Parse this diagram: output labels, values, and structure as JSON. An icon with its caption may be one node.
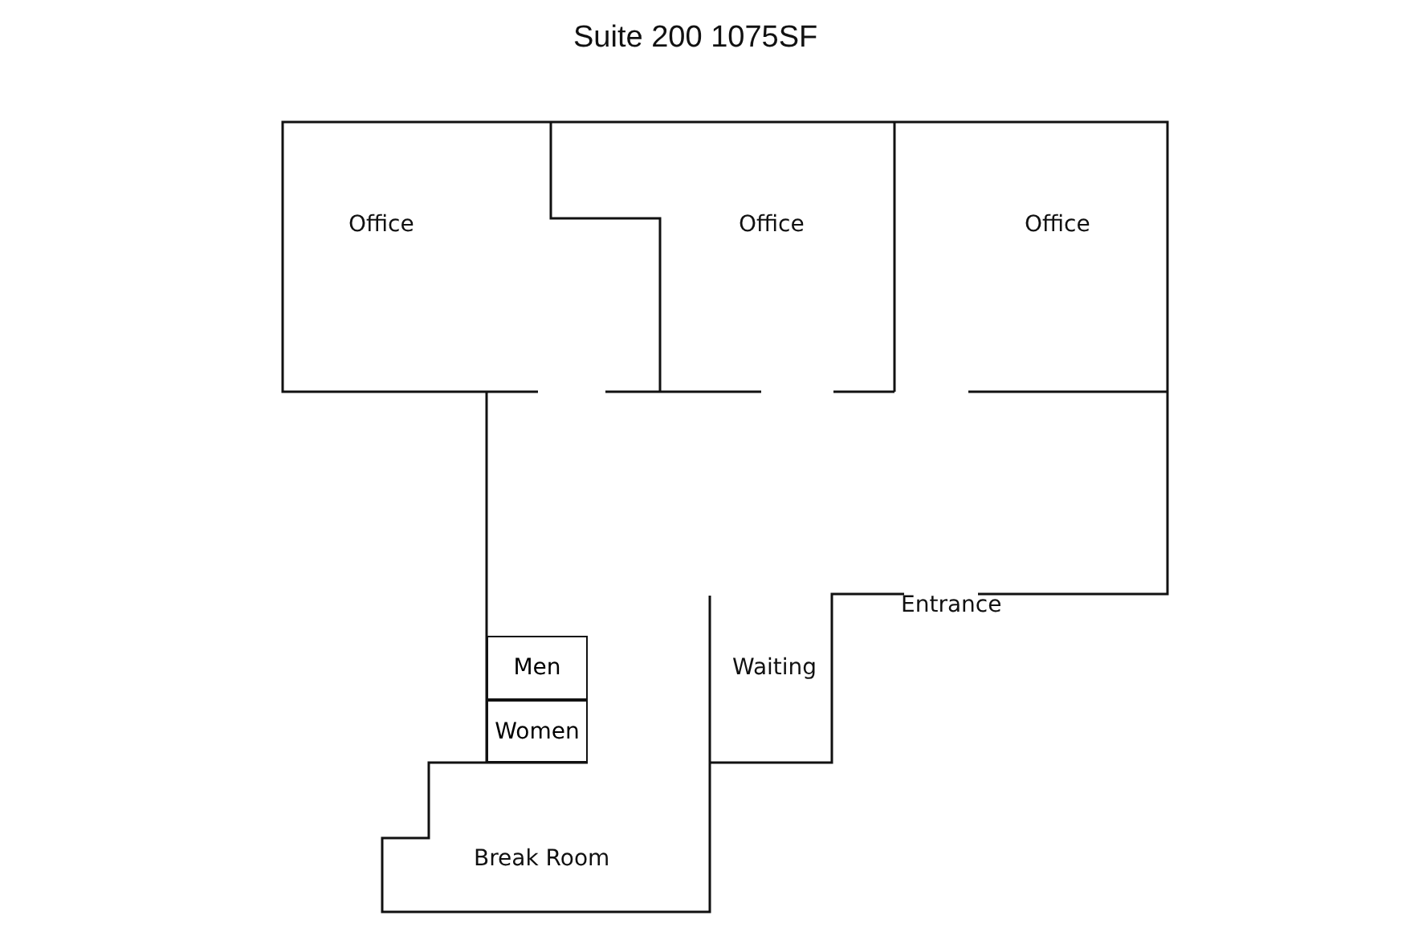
{
  "diagram": {
    "title": "Suite 200 1075SF",
    "nodes": [
      {
        "text": [
          "Men"
        ]
      },
      {
        "text": [
          "Women"
        ]
      }
    ],
    "labels": [
      "Office",
      "Office",
      "Office",
      "Entrance",
      "Waiting",
      "Break Room"
    ]
  }
}
